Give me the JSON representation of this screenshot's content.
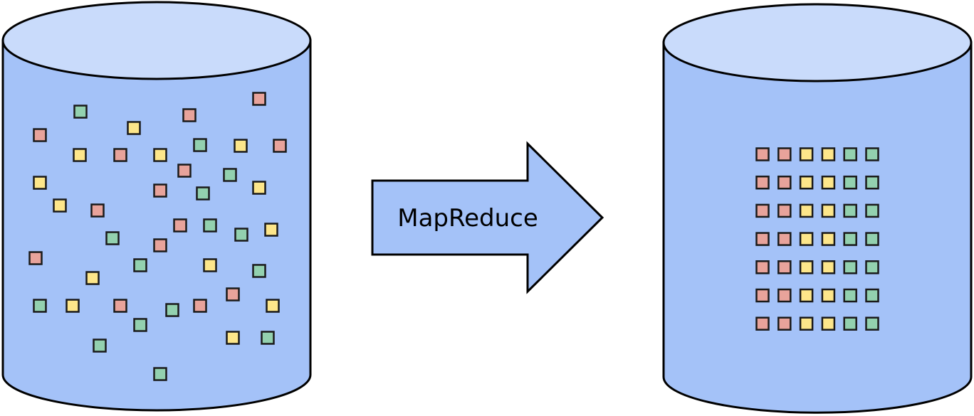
{
  "arrow": {
    "label": "MapReduce"
  },
  "colors": {
    "cylinder_body": "#a4c2f8",
    "cylinder_top": "#c9dbfb",
    "arrow_fill": "#a4c2f8",
    "red": "#e8a39b",
    "yellow": "#fde68a",
    "green": "#93d1af"
  },
  "left_cylinder": {
    "role": "unsorted data",
    "square_colors": [
      "red",
      "green",
      "red",
      "yellow",
      "red",
      "red",
      "yellow",
      "red",
      "yellow",
      "green",
      "yellow",
      "red",
      "green",
      "yellow",
      "red",
      "yellow",
      "green",
      "yellow",
      "red",
      "red",
      "green",
      "green",
      "yellow",
      "green",
      "red",
      "red",
      "yellow",
      "green",
      "green",
      "yellow",
      "red",
      "green",
      "yellow",
      "red",
      "red",
      "green",
      "yellow",
      "green",
      "yellow",
      "green",
      "green",
      "green",
      "red",
      "green",
      "red",
      "yellow"
    ]
  },
  "right_cylinder": {
    "role": "sorted data",
    "grid_rows": 7,
    "row_colors": [
      "red",
      "red",
      "yellow",
      "yellow",
      "green",
      "green"
    ]
  }
}
